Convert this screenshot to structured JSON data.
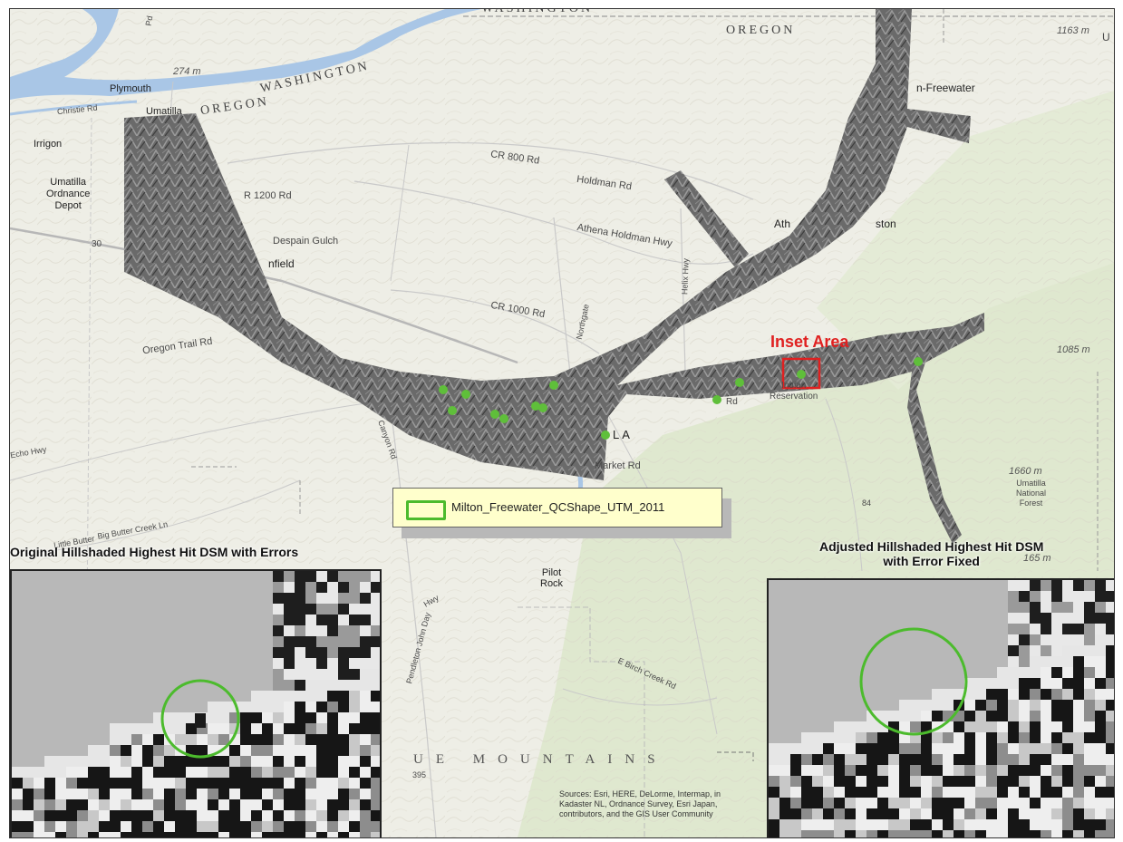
{
  "labels": {
    "washington_top": "WASHINGTON",
    "oregon_top": "OREGON",
    "washington_river": "WASHINGTON",
    "oregon_river": "OREGON",
    "elev_274": "274 m",
    "elev_1163": "1163 m",
    "elev_1085": "1085 m",
    "elev_1660": "1660 m",
    "elev_1665": "165 m",
    "plymouth": "Plymouth",
    "umatilla": "Umatilla",
    "irrigon": "Irrigon",
    "christie_rd": "Christie Rd",
    "depot": "Umatilla\nOrdnance\nDepot",
    "cr1200": "R 1200 Rd",
    "hwy30": "30",
    "despain": "Despain Gulch",
    "stanfield": "nfield",
    "oregon_trail": "Oregon Trail Rd",
    "pd_rd": "Pd",
    "cr800": "CR 800 Rd",
    "holdman": "Holdman Rd",
    "athena_holdman": "Athena Holdman Hwy",
    "cr1000": "CR 1000 Rd",
    "northgate": "Northgate",
    "helix": "Helix Hwy",
    "athena": "Ath",
    "weston": "ston",
    "milton": "n-Freewater",
    "pendleton": "LA",
    "market_rd": "Market Rd",
    "rd": "Rd",
    "indian_res": "Indian\nReservation",
    "canyon_rd": "Canyon Rd",
    "echo_hwy": "Echo Hwy",
    "big_butter": "Big Butter Creek Ln",
    "little_butter": "Little Butter",
    "pilot_rock": "Pilot\nRock",
    "hwy": "Hwy",
    "pendleton_john_day": "Pendleton John Day",
    "hwy395": "395",
    "blue_mountains": "UE MOUNTAINS",
    "umatilla_nf": "Umatilla\nNational\nForest",
    "hwy84": "84",
    "umatilla_c": "U",
    "birch_creek": "E Birch Creek Rd"
  },
  "legend": {
    "label": "Milton_Freewater_QCShape_UTM_2011",
    "color": "#4cbb2d"
  },
  "inset_area_label": "Inset Area",
  "inset_left_title": "Original Hillshaded Highest Hit DSM with Errors",
  "inset_right_title_1": "Adjusted Hillshaded Highest Hit DSM",
  "inset_right_title_2": "with Error Fixed",
  "attribution": [
    "Sources: Esri, HERE, DeLorme, Intermap, in",
    "Kadaster NL, Ordnance Survey, Esri Japan,",
    "contributors, and the GIS User Community"
  ],
  "colors": {
    "highlight_circle": "#4cbb2d",
    "inset_marker": "#e02020",
    "river": "#a9c6e6"
  }
}
